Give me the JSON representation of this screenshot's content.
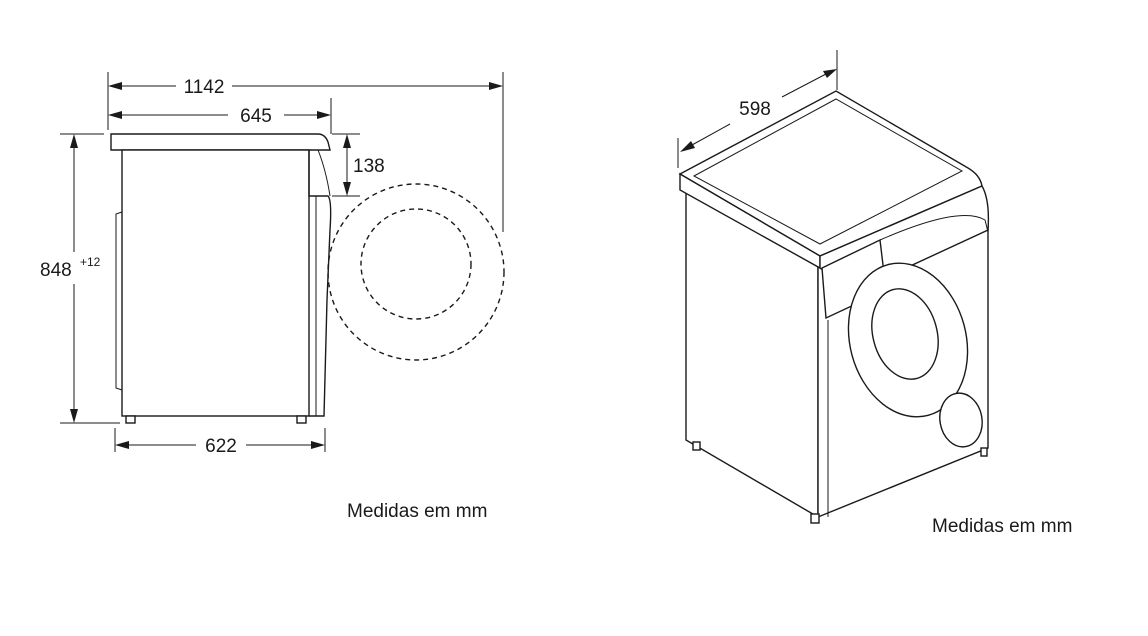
{
  "side_view": {
    "total_depth": "1142",
    "body_depth": "645",
    "door_depth": "138",
    "height_main": "848",
    "height_tolerance": "+12",
    "base_depth": "622",
    "caption": "Medidas em mm"
  },
  "perspective_view": {
    "width": "598",
    "caption": "Medidas em mm"
  }
}
